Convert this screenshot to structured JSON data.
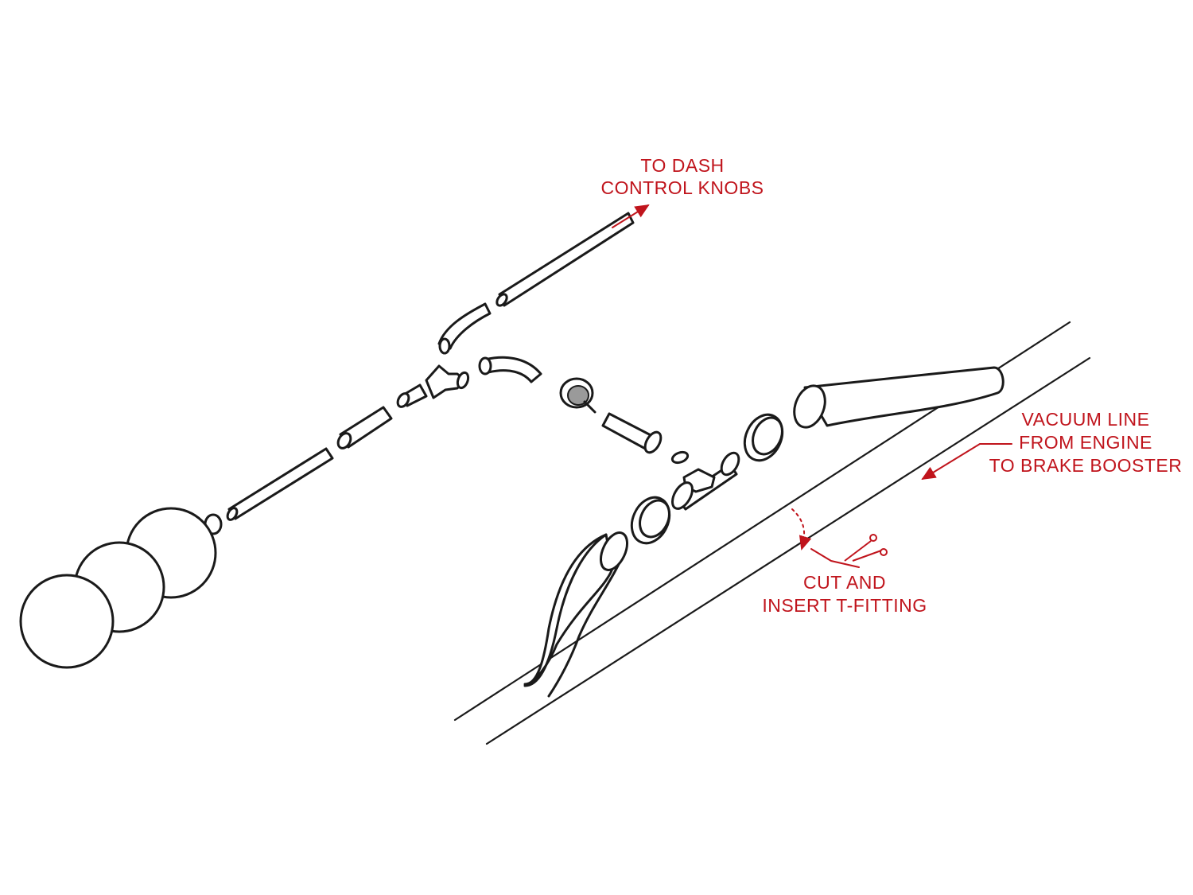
{
  "colors": {
    "line": "#1a1a1a",
    "accent": "#c0141c",
    "gray": "#9a9a9a",
    "background": "#ffffff"
  },
  "labels": {
    "dash": [
      "TO DASH",
      "CONTROL KNOBS"
    ],
    "vacuum": [
      "VACUUM LINE",
      "FROM ENGINE",
      "TO BRAKE BOOSTER"
    ],
    "cut": [
      "CUT AND",
      "INSERT T-FITTING"
    ]
  },
  "icons": {
    "scissors": "scissors-icon"
  }
}
